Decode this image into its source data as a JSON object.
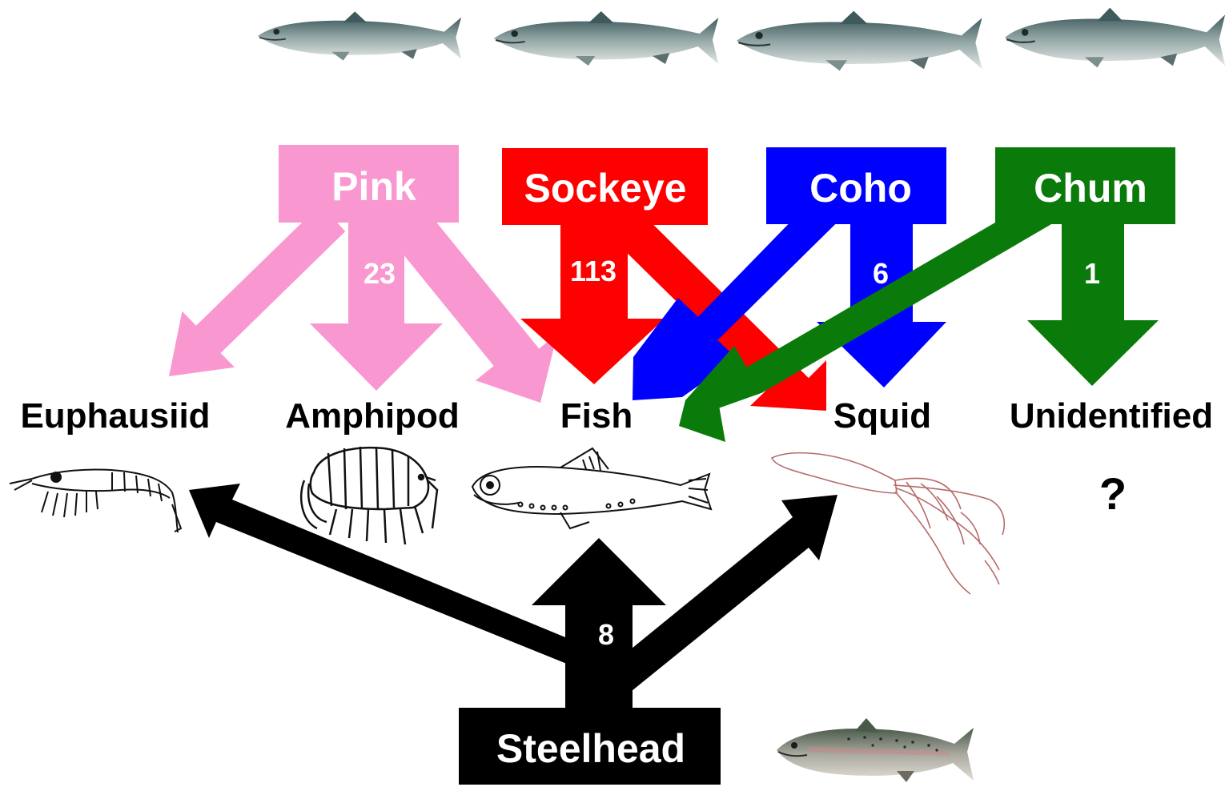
{
  "colors": {
    "pink": "#f998d0",
    "sockeye": "#ff0000",
    "coho": "#0000ff",
    "chum": "#0a7a0a",
    "steelhead": "#000000"
  },
  "predators": {
    "pink": {
      "label": "Pink",
      "count": "23"
    },
    "sockeye": {
      "label": "Sockeye",
      "count": "113"
    },
    "coho": {
      "label": "Coho",
      "count": "6"
    },
    "chum": {
      "label": "Chum",
      "count": "1"
    },
    "steelhead": {
      "label": "Steelhead",
      "count": "8"
    }
  },
  "prey": {
    "euphausiid": "Euphausiid",
    "amphipod": "Amphipod",
    "fish": "Fish",
    "squid": "Squid",
    "unidentified": "Unidentified",
    "unidentified_symbol": "?"
  },
  "edges": [
    {
      "from": "Pink",
      "to": "Euphausiid"
    },
    {
      "from": "Pink",
      "to": "Amphipod"
    },
    {
      "from": "Pink",
      "to": "Fish"
    },
    {
      "from": "Sockeye",
      "to": "Fish"
    },
    {
      "from": "Sockeye",
      "to": "Squid"
    },
    {
      "from": "Coho",
      "to": "Fish"
    },
    {
      "from": "Coho",
      "to": "Squid"
    },
    {
      "from": "Chum",
      "to": "Fish"
    },
    {
      "from": "Chum",
      "to": "Unidentified"
    },
    {
      "from": "Steelhead",
      "to": "Euphausiid"
    },
    {
      "from": "Steelhead",
      "to": "Fish"
    },
    {
      "from": "Steelhead",
      "to": "Squid"
    }
  ],
  "icons": [
    "salmon-icon",
    "euphausiid-drawing-icon",
    "amphipod-drawing-icon",
    "lanternfish-drawing-icon",
    "squid-drawing-icon",
    "steelhead-icon"
  ]
}
